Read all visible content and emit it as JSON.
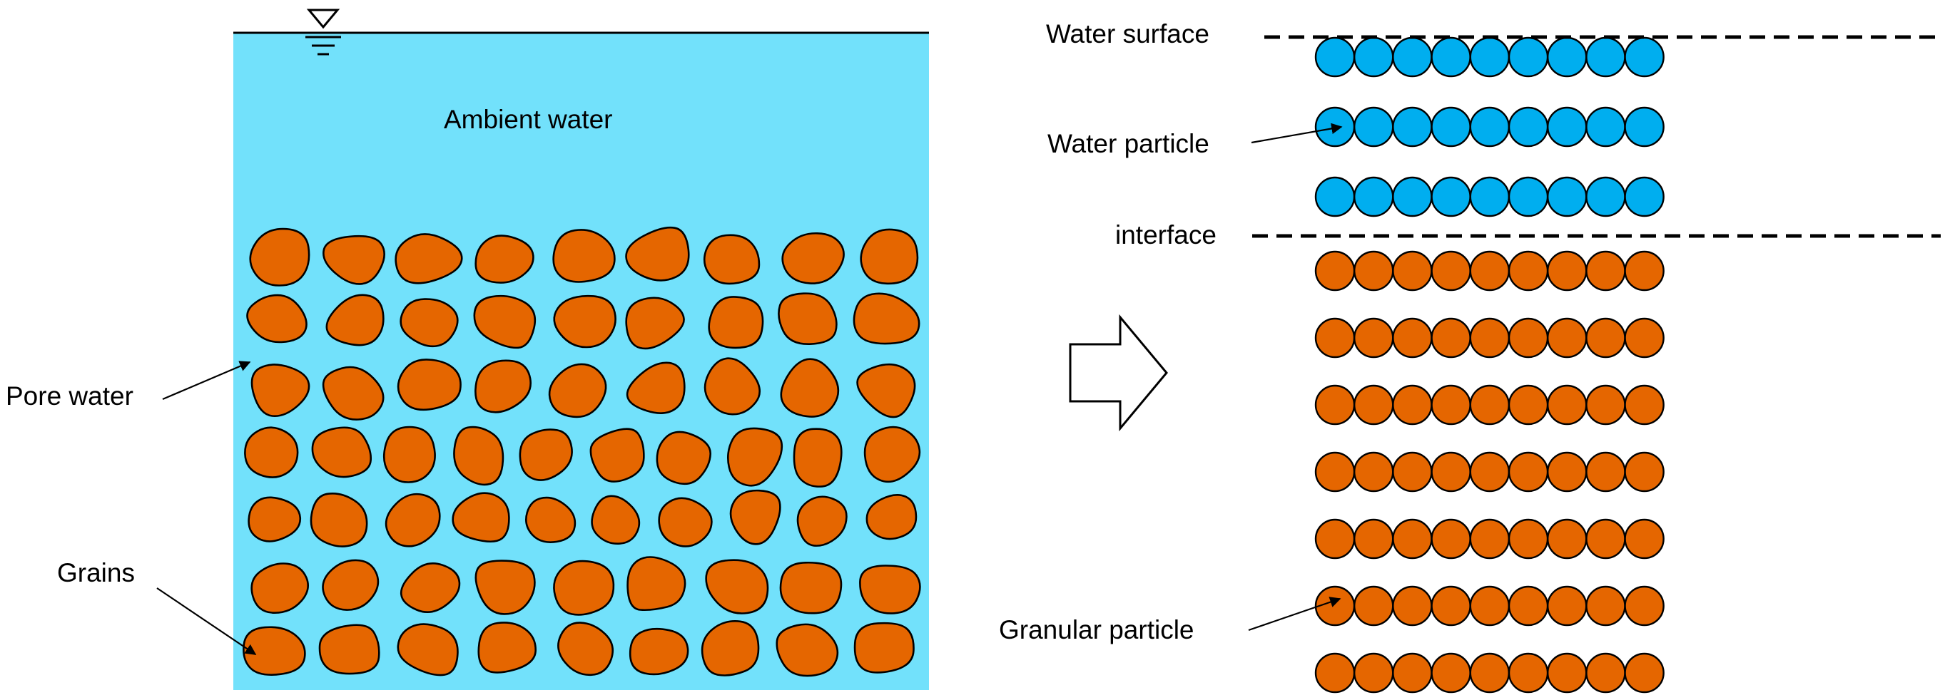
{
  "left_panel": {
    "ambient_label": "Ambient water",
    "pore_label": "Pore water",
    "grains_label": "Grains",
    "water_color": "#72e1fb",
    "grain_color": "#e56600",
    "grain_row_counts": [
      9,
      9,
      9,
      10,
      10,
      9,
      9
    ]
  },
  "arrow_icon": "hollow-right-arrow",
  "right_panel": {
    "surface_label": "Water surface",
    "water_particle_label": "Water particle",
    "interface_label": "interface",
    "granular_particle_label": "Granular particle",
    "water_particle_color": "#00aeef",
    "granular_particle_color": "#e56600",
    "columns": 9,
    "water_rows": 3,
    "granular_rows": 7
  }
}
